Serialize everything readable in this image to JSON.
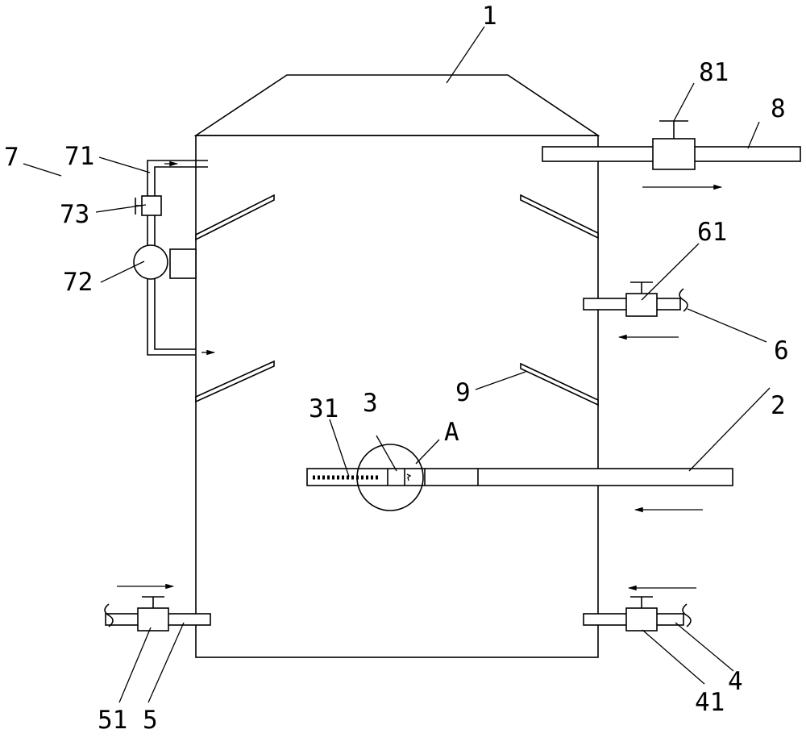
{
  "labels": {
    "n1": "1",
    "n2": "2",
    "n3": "3",
    "n31": "31",
    "n4": "4",
    "n41": "41",
    "n5": "5",
    "n51": "51",
    "n6": "6",
    "n61": "61",
    "n7": "7",
    "n71": "71",
    "n72": "72",
    "n73": "73",
    "n8": "8",
    "n81": "81",
    "n9": "9",
    "detailA": "A"
  },
  "colors": {
    "line": "#000000",
    "background": "#ffffff"
  }
}
